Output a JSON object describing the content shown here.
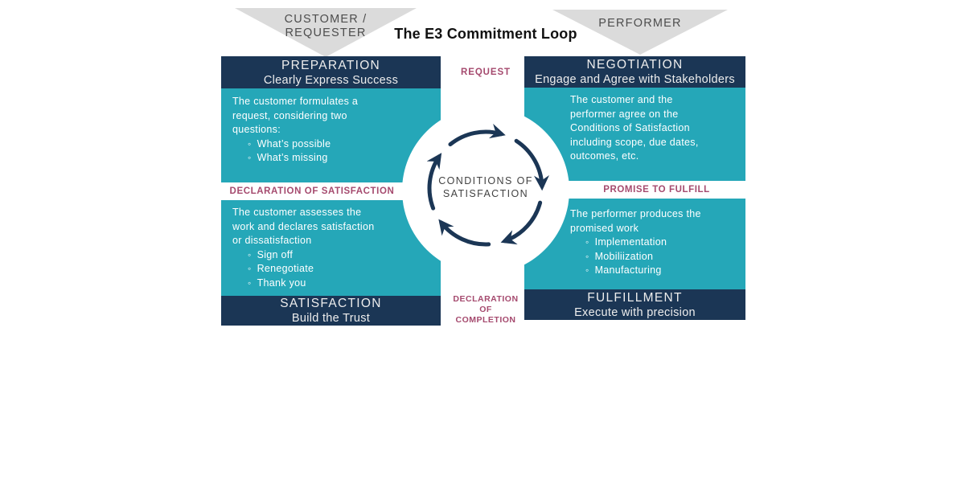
{
  "colors": {
    "navy": "#1B3655",
    "teal": "#25A7B8",
    "maroon": "#A54A6E",
    "gray": "#DBDBDB",
    "ink": "#111111",
    "lighttext": "#EDEDED",
    "roletext": "#4D4D4D",
    "centertext": "#424242"
  },
  "glyphs": {
    "bullet": "◦"
  },
  "header": {
    "title": "The E3 Commitment Loop",
    "left_role": "CUSTOMER /\nREQUESTER",
    "right_role": "PERFORMER"
  },
  "center": {
    "label": "CONDITIONS OF\nSATISFACTION"
  },
  "loop_labels": {
    "request": "REQUEST",
    "declaration_of_satisfaction": "DECLARATION OF SATISFACTION",
    "promise_to_fulfill": "PROMISE TO FULFILL",
    "declaration_of_completion": "DECLARATION\nOF\nCOMPLETION"
  },
  "quadrants": {
    "preparation": {
      "name": "PREPARATION",
      "tagline": "Clearly Express Success",
      "body": "The customer formulates a\nrequest, considering two\nquestions:",
      "bullets": [
        "What’s possible",
        "What’s missing"
      ]
    },
    "negotiation": {
      "name": "NEGOTIATION",
      "tagline": "Engage and Agree with Stakeholders",
      "body": "The customer and the\nperformer agree on the\nConditions of Satisfaction\nincluding scope, due dates,\noutcomes, etc."
    },
    "satisfaction": {
      "name": "SATISFACTION",
      "tagline": "Build the Trust",
      "body": "The customer assesses the\nwork and declares satisfaction\nor dissatisfaction",
      "bullets": [
        "Sign off",
        "Renegotiate",
        "Thank you"
      ]
    },
    "fulfillment": {
      "name": "FULFILLMENT",
      "tagline": "Execute with precision",
      "body": "The performer produces the\npromised work",
      "bullets": [
        "Implementation",
        "Mobiliization",
        "Manufacturing"
      ]
    }
  }
}
